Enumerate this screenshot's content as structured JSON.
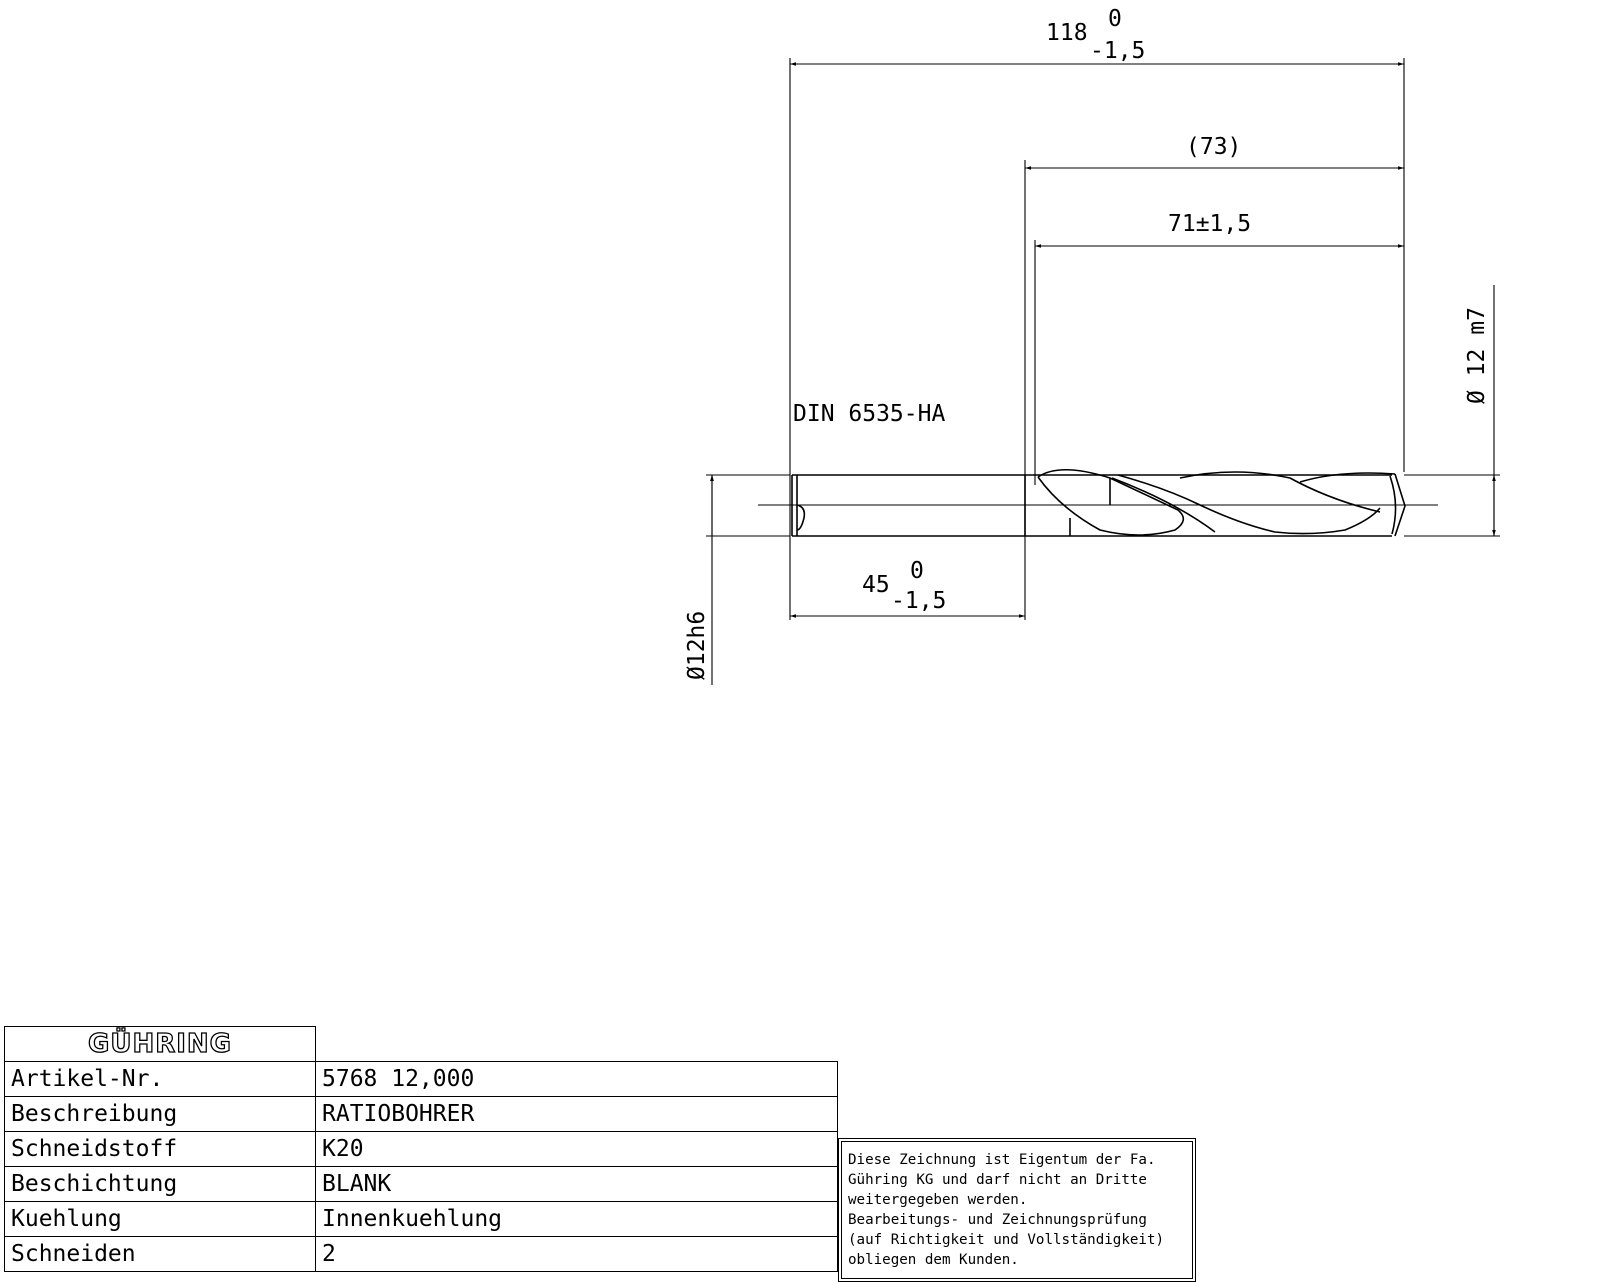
{
  "drawing": {
    "dim_overall": {
      "nominal": "118",
      "upper": "0",
      "lower": "-1,5"
    },
    "dim_ref": "(73)",
    "dim_flute": "71±1,5",
    "dim_shank": {
      "nominal": "45",
      "upper": "0",
      "lower": "-1,5"
    },
    "dim_cut_diameter": "Ø 12 m7",
    "dim_shank_diameter": "Ø12h6",
    "standard_label": "DIN 6535-HA"
  },
  "title_block": {
    "logo": "GÜHRING",
    "rows": [
      {
        "key": "Artikel-Nr.",
        "value": "5768 12,000"
      },
      {
        "key": "Beschreibung",
        "value": "RATIOBOHRER"
      },
      {
        "key": "Schneidstoff",
        "value": "K20"
      },
      {
        "key": "Beschichtung",
        "value": "BLANK"
      },
      {
        "key": "Kuehlung",
        "value": "Innenkuehlung"
      },
      {
        "key": "Schneiden",
        "value": "2"
      }
    ]
  },
  "notice": {
    "lines": [
      "Diese Zeichnung ist Eigentum der Fa.",
      "Gühring KG und darf nicht an Dritte",
      "weitergegeben werden.",
      "Bearbeitungs- und Zeichnungsprüfung",
      "(auf Richtigkeit und Vollständigkeit)",
      "obliegen dem Kunden."
    ]
  }
}
